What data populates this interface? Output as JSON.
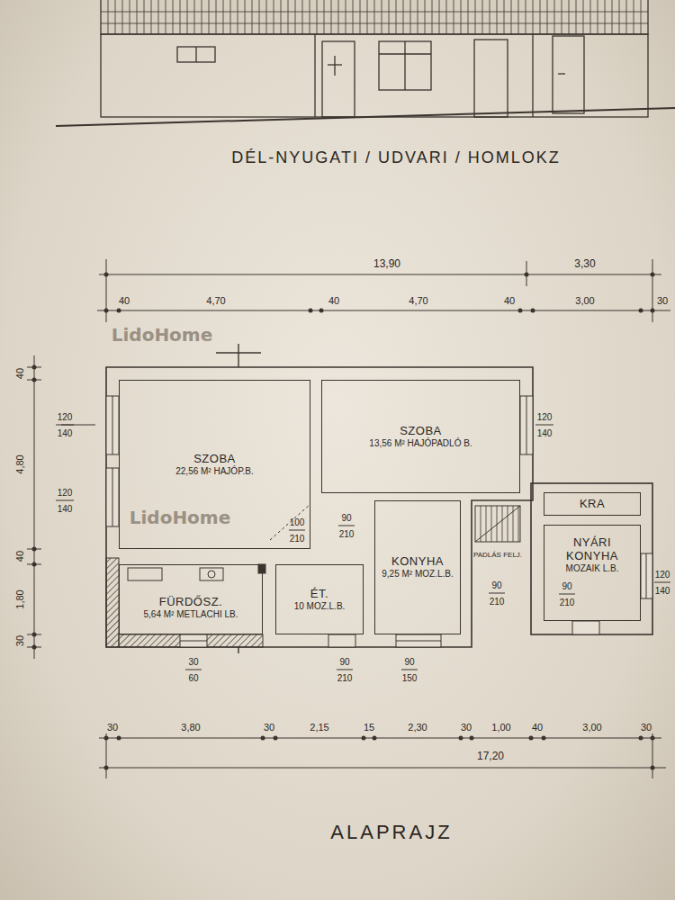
{
  "diagram": {
    "caption": "ALAPRAJZ",
    "nodes": [
      {
        "text": [
          "SZOBA",
          "22,56 M² HAJÓP.B."
        ]
      },
      {
        "text": [
          "SZOBA",
          "13,56 M² HAJÓPADLÓ B."
        ]
      },
      {
        "text": [
          "KRA"
        ]
      },
      {
        "text": [
          "FÜRDŐSZ.",
          "5,64 M² METLACHI LB."
        ]
      },
      {
        "text": [
          "ÉT.",
          "10 MOZ.L.B."
        ]
      },
      {
        "text": [
          "KONYHA",
          "9,25 M² MOZ.L.B."
        ]
      },
      {
        "text": [
          "NYÁRI KONYHA",
          "MOZAIK L.B."
        ]
      }
    ],
    "labels": [
      "DÉL-NYUGATI / UDVARI / HOMLOKZ",
      "13,90",
      "3,30",
      "40",
      "4,70",
      "40",
      "4,70",
      "40",
      "3,00",
      "30",
      "LidoHome",
      "40",
      "4,80",
      "40",
      "1,80",
      "30",
      "120",
      "140",
      "120",
      "140",
      "120",
      "140",
      "LidoHome",
      "100",
      "210",
      "90",
      "210",
      "PADLÁS FELJ.",
      "90",
      "210",
      "90",
      "210",
      "120",
      "140",
      "30",
      "60",
      "90",
      "210",
      "90",
      "150",
      "30",
      "3,80",
      "30",
      "2,15",
      "15",
      "2,30",
      "30",
      "1,00",
      "40",
      "3,00",
      "30",
      "17,20"
    ]
  }
}
